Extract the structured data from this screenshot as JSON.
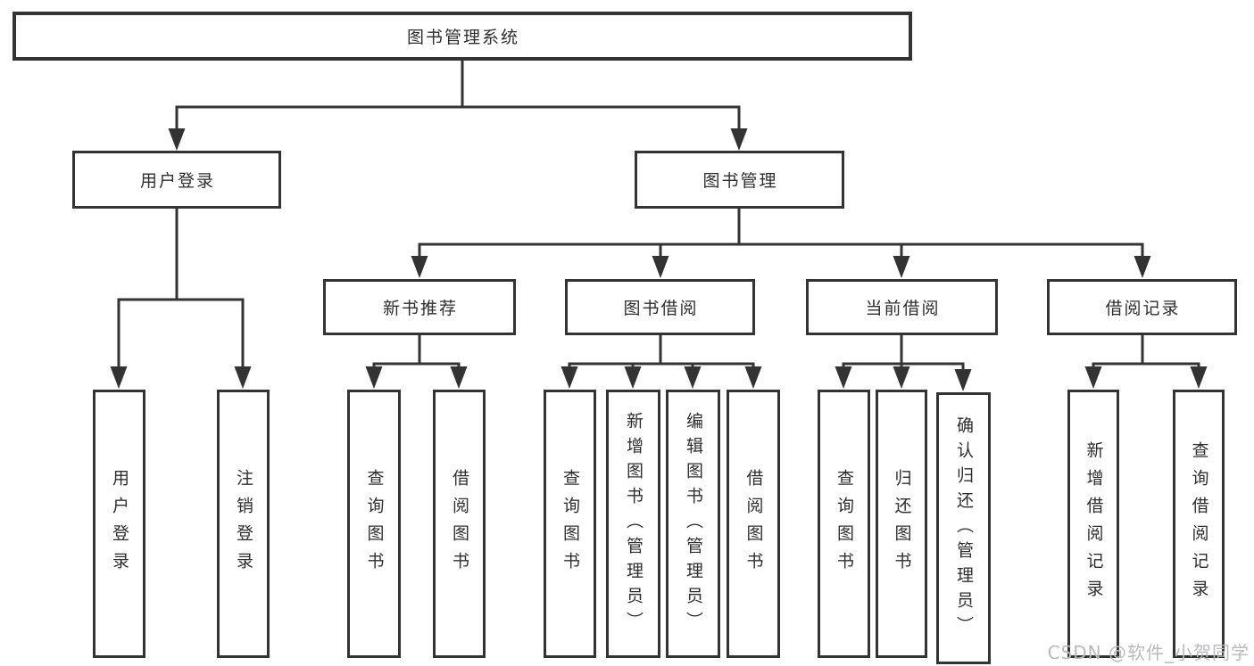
{
  "nodes": {
    "root": {
      "label": "图书管理系统"
    },
    "user_login": {
      "label": "用户登录"
    },
    "book_mgmt": {
      "label": "图书管理"
    },
    "leaf_user_login": {
      "label": "用户登录"
    },
    "leaf_logout": {
      "label": "注销登录"
    },
    "new_book_rec": {
      "label": "新书推荐"
    },
    "book_borrow": {
      "label": "图书借阅"
    },
    "current_borrow": {
      "label": "当前借阅"
    },
    "borrow_records": {
      "label": "借阅记录"
    },
    "leaf_nbr_query_book": {
      "label": "查询图书"
    },
    "leaf_nbr_borrow_book": {
      "label": "借阅图书"
    },
    "leaf_bb_query_book": {
      "label": "查询图书"
    },
    "leaf_bb_add_book": {
      "label": "新增图书（管理员）"
    },
    "leaf_bb_edit_book": {
      "label": "编辑图书（管理员）"
    },
    "leaf_bb_borrow_book": {
      "label": "借阅图书"
    },
    "leaf_cb_query_book": {
      "label": "查询图书"
    },
    "leaf_cb_return_book": {
      "label": "归还图书"
    },
    "leaf_cb_confirm_return": {
      "label": "确认归还（管理员）"
    },
    "leaf_br_add_record": {
      "label": "新增借阅记录"
    },
    "leaf_br_query_record": {
      "label": "查询借阅记录"
    }
  },
  "edges": [
    [
      "root",
      "user_login"
    ],
    [
      "root",
      "book_mgmt"
    ],
    [
      "user_login",
      "leaf_user_login"
    ],
    [
      "user_login",
      "leaf_logout"
    ],
    [
      "book_mgmt",
      "new_book_rec"
    ],
    [
      "book_mgmt",
      "book_borrow"
    ],
    [
      "book_mgmt",
      "current_borrow"
    ],
    [
      "book_mgmt",
      "borrow_records"
    ],
    [
      "new_book_rec",
      "leaf_nbr_query_book"
    ],
    [
      "new_book_rec",
      "leaf_nbr_borrow_book"
    ],
    [
      "book_borrow",
      "leaf_bb_query_book"
    ],
    [
      "book_borrow",
      "leaf_bb_add_book"
    ],
    [
      "book_borrow",
      "leaf_bb_edit_book"
    ],
    [
      "book_borrow",
      "leaf_bb_borrow_book"
    ],
    [
      "current_borrow",
      "leaf_cb_query_book"
    ],
    [
      "current_borrow",
      "leaf_cb_return_book"
    ],
    [
      "current_borrow",
      "leaf_cb_confirm_return"
    ],
    [
      "borrow_records",
      "leaf_br_add_record"
    ],
    [
      "borrow_records",
      "leaf_br_query_record"
    ]
  ],
  "watermark": {
    "text": "CSDN @软件_小贺同学"
  },
  "colors": {
    "line": "#333333",
    "text": "#2e2e2e",
    "watermark": "#b9b9c0",
    "background": "#ffffff"
  }
}
